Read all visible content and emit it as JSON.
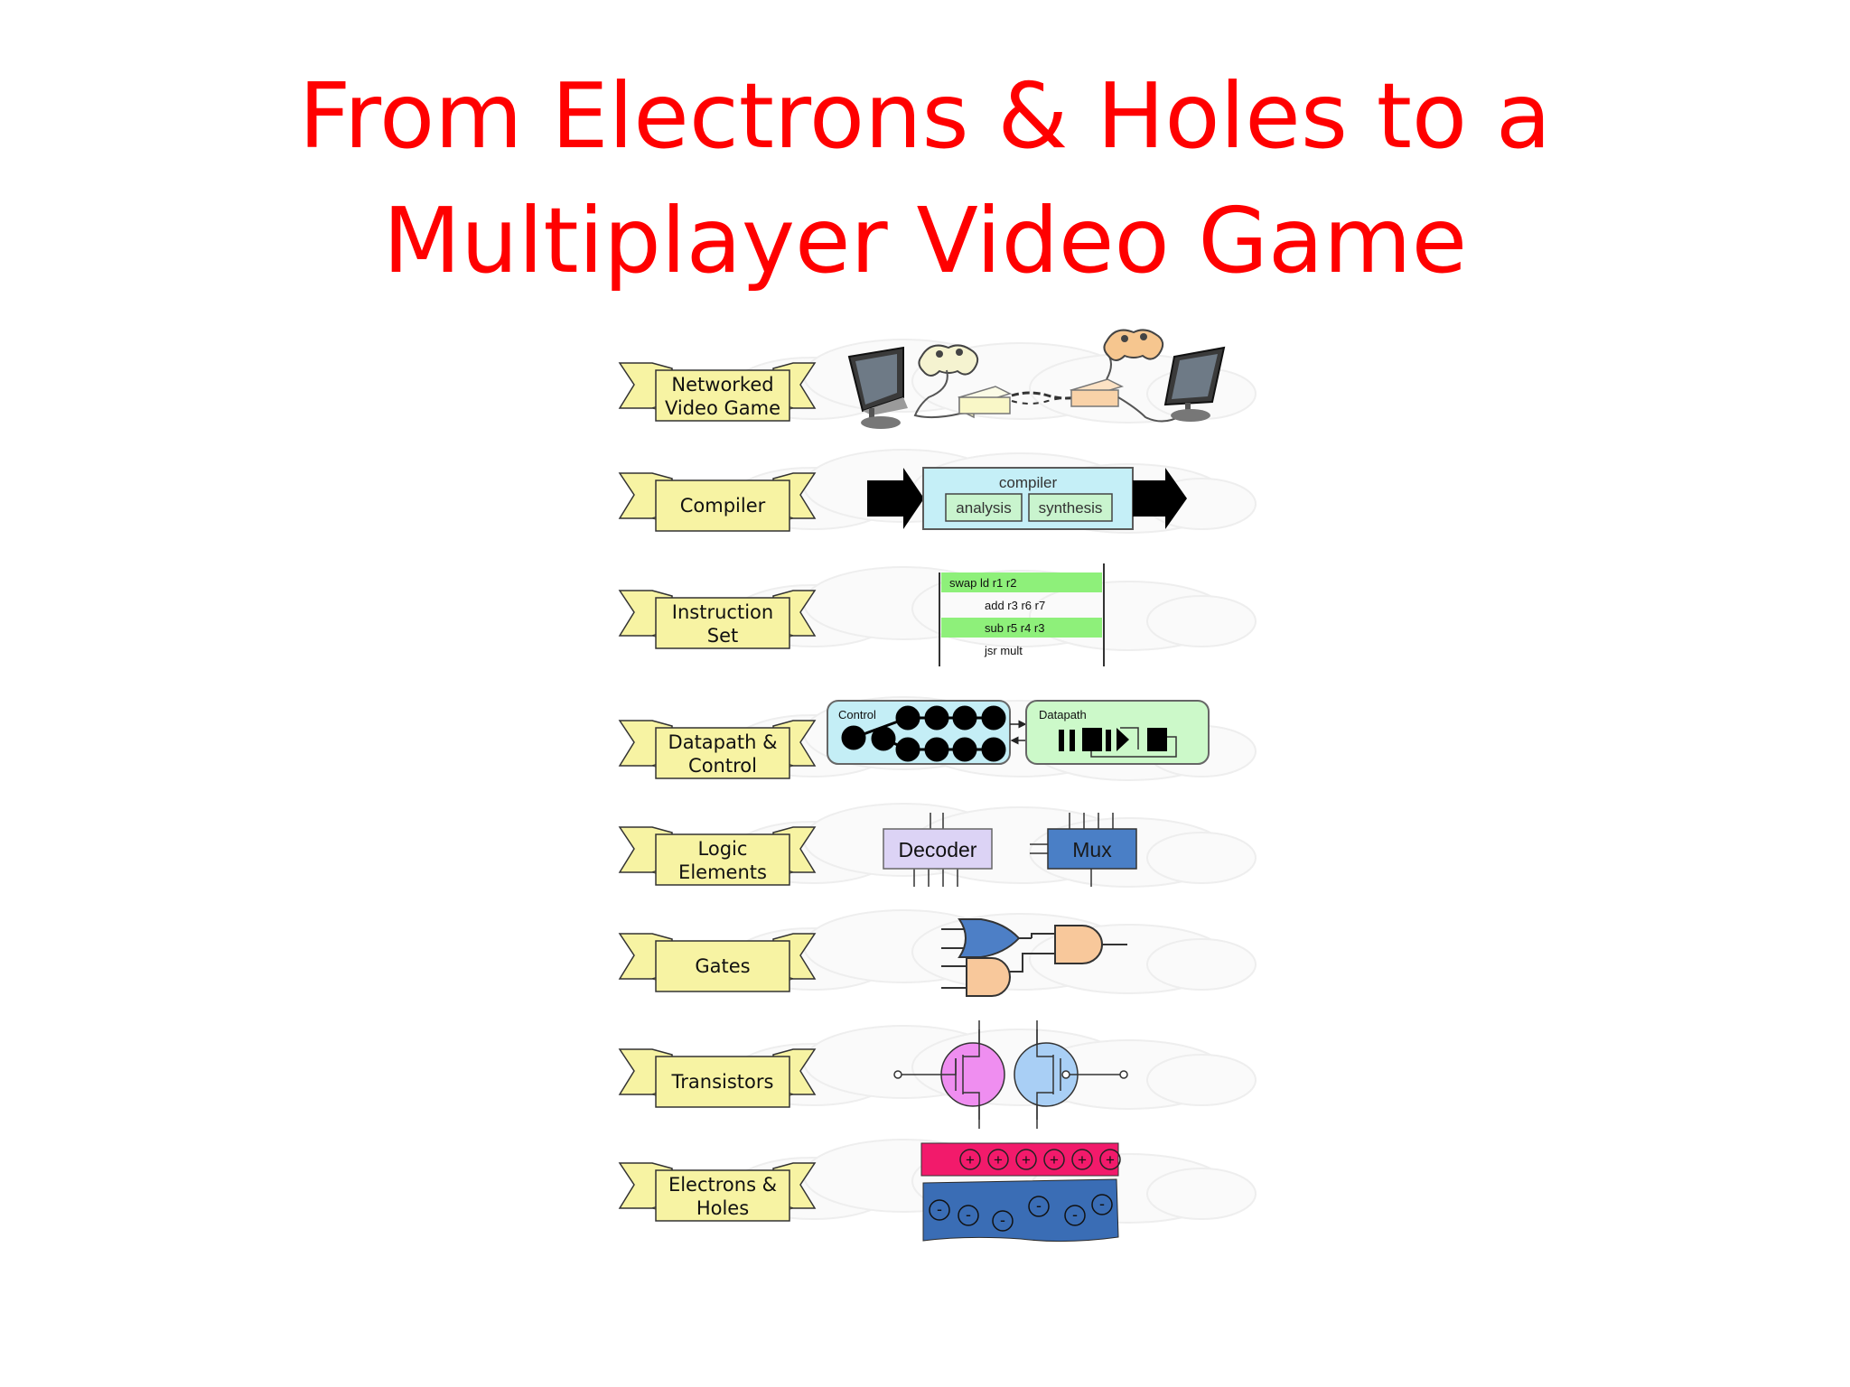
{
  "slide": {
    "title_line1": "From Electrons & Holes to a",
    "title_line2": "Multiplayer Video Game",
    "title_color": "#ff0000"
  },
  "layers": [
    {
      "id": "networked-video-game",
      "lines": [
        "Networked",
        "Video Game"
      ]
    },
    {
      "id": "compiler",
      "lines": [
        "Compiler"
      ]
    },
    {
      "id": "instruction-set",
      "lines": [
        "Instruction",
        "Set"
      ]
    },
    {
      "id": "datapath-control",
      "lines": [
        "Datapath &",
        "Control"
      ]
    },
    {
      "id": "logic-elements",
      "lines": [
        "Logic",
        "Elements"
      ]
    },
    {
      "id": "gates",
      "lines": [
        "Gates"
      ]
    },
    {
      "id": "transistors",
      "lines": [
        "Transistors"
      ]
    },
    {
      "id": "electrons-holes",
      "lines": [
        "Electrons &",
        "Holes"
      ]
    }
  ],
  "compiler_box": {
    "title": "compiler",
    "left": "analysis",
    "right": "synthesis"
  },
  "instructions": [
    "swap ld r1 r2",
    "add r3 r6 r7",
    "sub r5 r4 r3",
    "jsr mult"
  ],
  "datapath_box": {
    "control_label": "Control",
    "datapath_label": "Datapath"
  },
  "logic_elements": {
    "decoder": "Decoder",
    "mux": "Mux"
  },
  "semiconductor": {
    "p_symbols": [
      "+",
      "+",
      "+",
      "+",
      "+",
      "+"
    ],
    "n_symbols": [
      "-",
      "-",
      "-",
      "-",
      "-",
      "-"
    ]
  },
  "colors": {
    "banner": "#f7f3a3",
    "compiler_box": "#c5eff7",
    "instruction_highlight": "#8ef07a",
    "control_box": "#c4eef6",
    "datapath_box": "#ccf9c9",
    "decoder": "#dcd3f5",
    "mux": "#4a7fc6",
    "or_gate": "#4d7fc6",
    "and_gate": "#f8c89b",
    "nmos": "#ef8ef0",
    "pmos": "#a9cff5",
    "p_region": "#f21a6b",
    "n_region": "#3a6db5",
    "console_left": "#f9f7c7",
    "console_right": "#f9d2a8"
  }
}
